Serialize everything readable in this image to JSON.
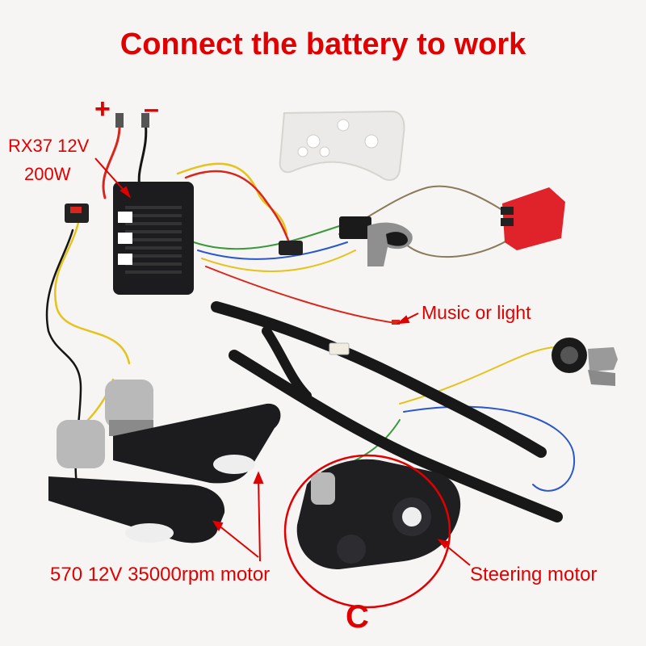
{
  "title": "Connect the battery to work",
  "labels": {
    "plus": "+",
    "minus": "–",
    "controller_model": "RX37 12V",
    "controller_power": "200W",
    "music_light": "Music or light",
    "drive_motor": "570 12V 35000rpm motor",
    "steering_motor": "Steering motor",
    "letter": "C"
  },
  "colors": {
    "label": "#e10000",
    "background": "#f6f5f3",
    "housing": "#1c1c1e",
    "wire_red": "#d8261c",
    "wire_yellow": "#e6c21b",
    "wire_black": "#151515",
    "remote": "#eceae8"
  },
  "icons": [
    "controller-box",
    "remote-control",
    "gear-shifter",
    "red-pedal-switch",
    "key-switch",
    "drive-motor-gearbox",
    "steering-motor-gearbox"
  ]
}
